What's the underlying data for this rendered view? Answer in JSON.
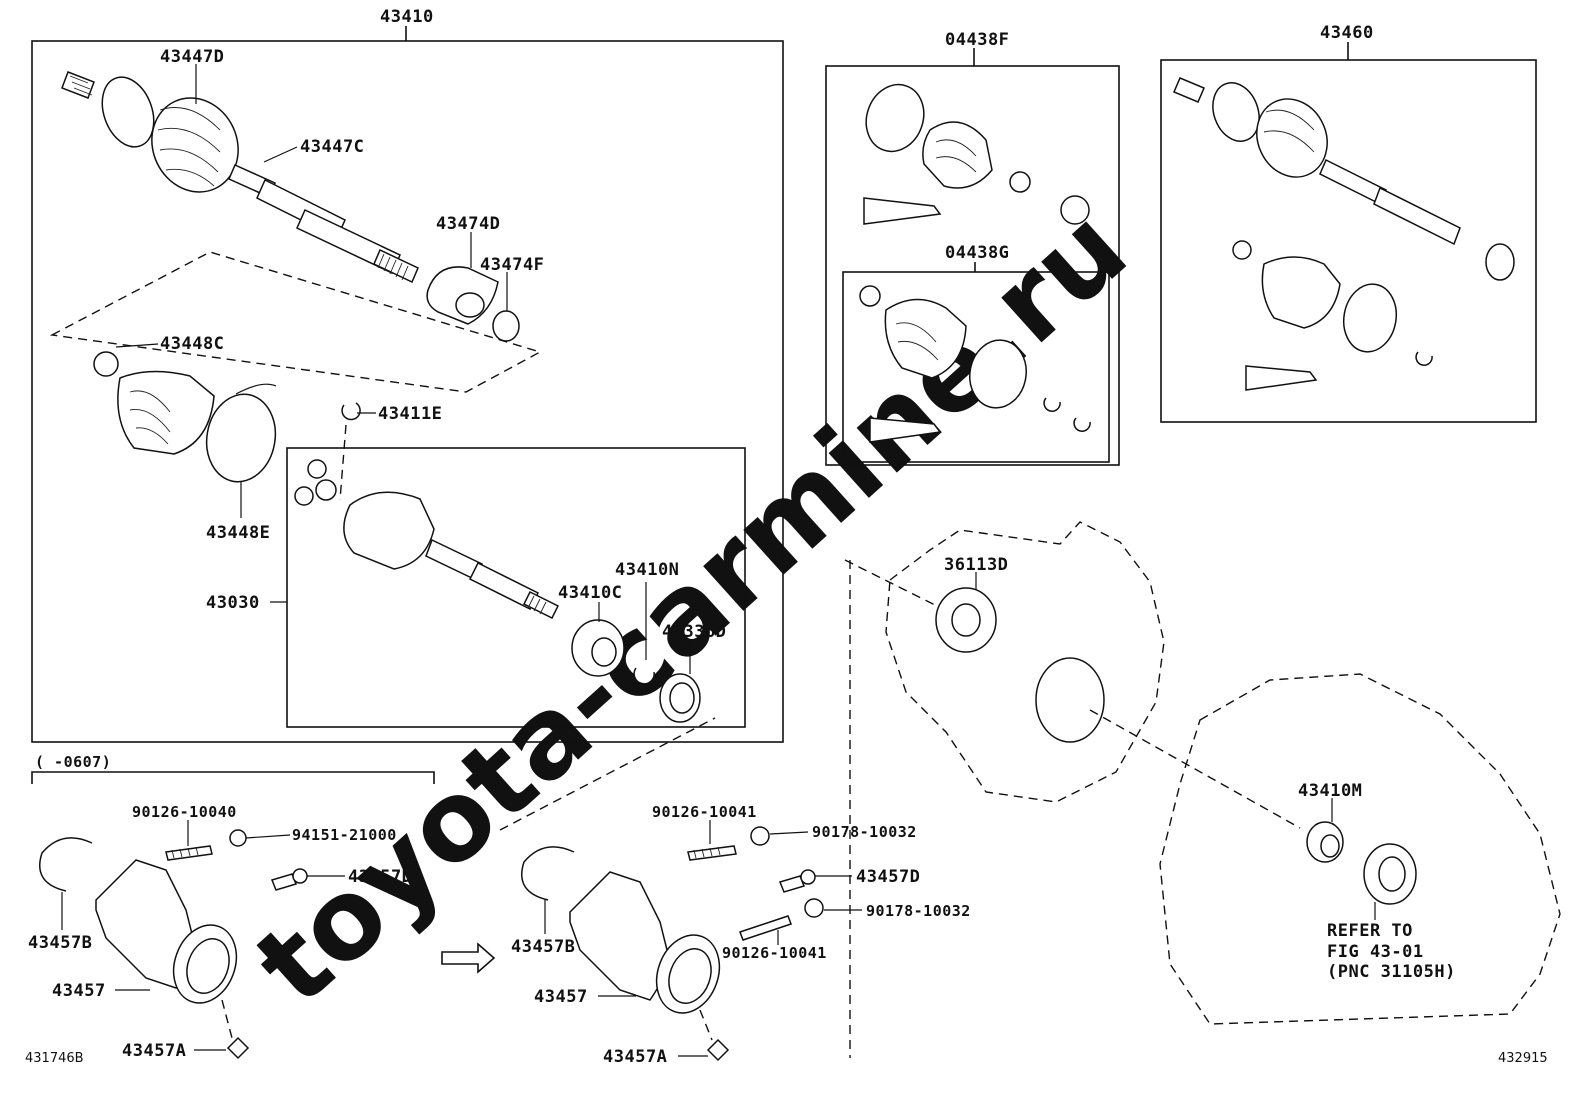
{
  "watermark": "toyota-carmine.ru",
  "labels": {
    "asm_43410": "43410",
    "p_43447D": "43447D",
    "p_43447C": "43447C",
    "p_43474D": "43474D",
    "p_43474F": "43474F",
    "p_43448C": "43448C",
    "p_43411E": "43411E",
    "p_43448E": "43448E",
    "p_43030": "43030",
    "p_43410N": "43410N",
    "p_43410C": "43410C",
    "p_41336D": "41336D",
    "kit_04438F": "04438F",
    "kit_04438G": "04438G",
    "asm_43460": "43460",
    "p_36113D": "36113D",
    "p_43410M": "43410M",
    "refer_line1": "REFER TO",
    "refer_line2": "FIG 43-01",
    "refer_line3": "(PNC 31105H)",
    "date_range": "(      -0607)",
    "l_90126_10040": "90126-10040",
    "l_94151_21000": "94151-21000",
    "l_43457D_a": "43457D",
    "l_43457B_a": "43457B",
    "l_43457_a": "43457",
    "l_43457A_a": "43457A",
    "r_90126_10041_a": "90126-10041",
    "r_90178_10032_a": "90178-10032",
    "r_43457D": "43457D",
    "r_90178_10032_b": "90178-10032",
    "r_90126_10041_b": "90126-10041",
    "r_43457B": "43457B",
    "r_43457": "43457",
    "r_43457A": "43457A",
    "code_left": "431746B",
    "code_right": "432915"
  }
}
